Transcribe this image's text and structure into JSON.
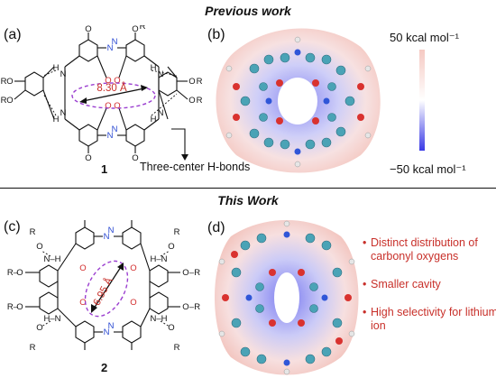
{
  "headings": {
    "previous": "Previous work",
    "current": "This Work"
  },
  "panels": {
    "a": "(a)",
    "b": "(b)",
    "c": "(c)",
    "d": "(d)"
  },
  "compounds": {
    "first": "1",
    "second": "2"
  },
  "measurements": {
    "first": "8.30 Å",
    "second": "6.95 Å"
  },
  "annotation": "Three-center H-bonds",
  "colorbar": {
    "max": "50 kcal mol⁻¹",
    "min": "−50 kcal mol⁻¹",
    "top_color": "#f2b6b0",
    "bottom_color": "#3a3ae6"
  },
  "atoms": {
    "O": "O",
    "N": "N",
    "H": "H",
    "R": "R"
  },
  "bullets": [
    "Distinct distribution of carbonyl oxygens",
    "Smaller cavity",
    "High selectivity for lithium ion"
  ],
  "colors": {
    "oxygen": "#d22a2a",
    "nitrogen": "#2a4ad2",
    "highlight": "#9b3fd0",
    "bullet": "#c8302a"
  }
}
